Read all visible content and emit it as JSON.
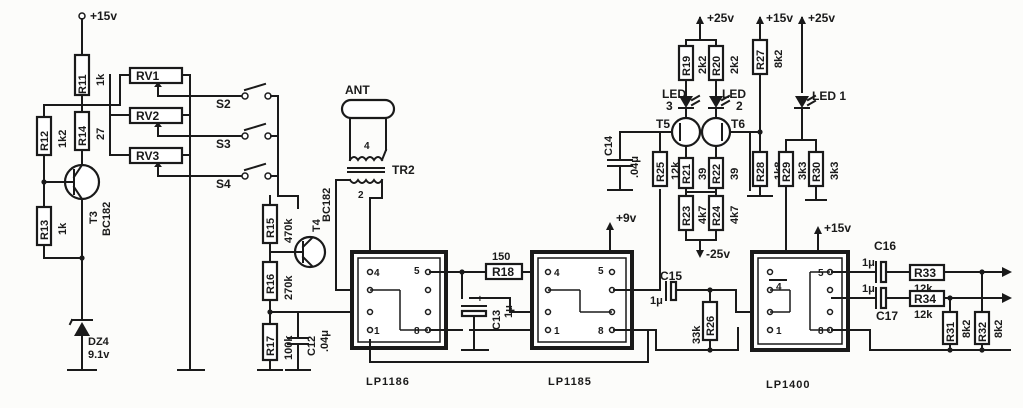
{
  "labels": {
    "rail_15v_left": "+15v",
    "rail_25v_a": "+25v",
    "rail_15v_mid": "+15v",
    "rail_25v_b": "+25v",
    "rail_9v": "+9v",
    "rail_minus25v": "-25v",
    "rail_15v_right": "+15v",
    "R11": "R11",
    "R11v": "1k",
    "R12": "R12",
    "R12v": "1k2",
    "R14": "R14",
    "R14v": "27",
    "R13": "R13",
    "R13v": "1k",
    "T3": "T3",
    "T3t": "BC182",
    "DZ4": "DZ4",
    "DZ4v": "9.1v",
    "RV1": "RV1",
    "RV2": "RV2",
    "RV3": "RV3",
    "S2": "S2",
    "S3": "S3",
    "S4": "S4",
    "R15": "R15",
    "R15v": "470k",
    "R16": "R16",
    "R16v": "270k",
    "R17": "R17",
    "R17v": "100k",
    "C12": "C12",
    "C12v": ".04μ",
    "T4": "T4",
    "T4t": "BC182",
    "ANT": "ANT",
    "TR2": "TR2",
    "tr_pin4": "4",
    "tr_pin2": "2",
    "ic1_p5": "5",
    "ic1_p4": "4",
    "ic1_p8": "8",
    "ic1_p1": "1",
    "R18": "R18",
    "R18v": "150",
    "C13": "C13",
    "C13v": "1μ",
    "ic2_p4": "4",
    "ic2_p5": "5",
    "ic2_p1": "1",
    "ic2_p8": "8",
    "C14": "C14",
    "C14v": ".04μ",
    "R25": "R25",
    "R25v": "12k",
    "R19": "R19",
    "R19v": "2k2",
    "R20": "R20",
    "R20v": "2k2",
    "R27": "R27",
    "R27v": "8k2",
    "LED3": "LED",
    "LED3n": "3",
    "LED2": "LED",
    "LED2n": "2",
    "T5": "T5",
    "T6": "T6",
    "R21": "R21",
    "R21v": "39",
    "R22": "R22",
    "R22v": "39",
    "R28": "R28",
    "R28v": "1k8",
    "R23": "R23",
    "R23v": "4k7",
    "R24": "R24",
    "R24v": "4k7",
    "C15": "C15",
    "C15v": "1μ",
    "R26": "R26",
    "R26v": "33k",
    "LED1": "LED 1",
    "R29": "R29",
    "R29v": "3k3",
    "R30": "R30",
    "R30v": "3k3",
    "ic3_p5": "5",
    "ic3_p4": "4",
    "ic3_p1": "1",
    "ic3_p8": "8",
    "C16": "C16",
    "C16v": "1μ",
    "C17": "C17",
    "C17v": "1μ",
    "R33": "R33",
    "R33v": "12k",
    "R34": "R34",
    "R34v": "12k",
    "R31": "R31",
    "R31v": "8k2",
    "R32": "R32",
    "R32v": "8k2",
    "ic1_name": "LP1186",
    "ic2_name": "LP1185",
    "ic3_name": "LP1400"
  }
}
